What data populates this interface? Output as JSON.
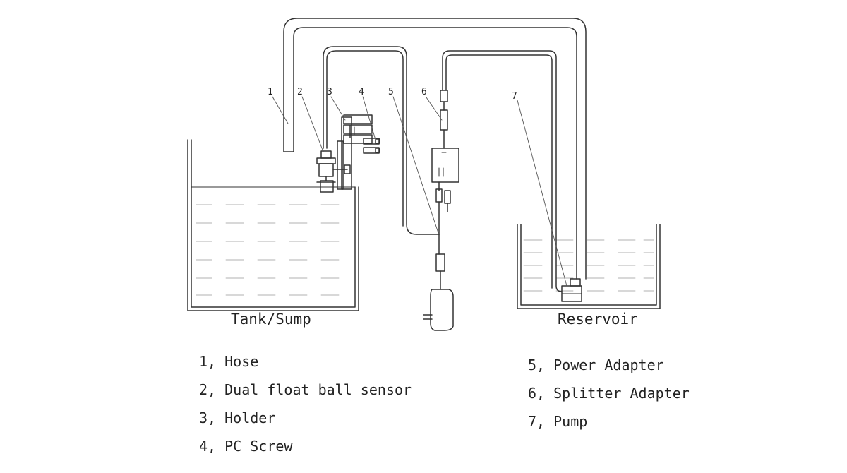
{
  "callouts": [
    "1",
    "2",
    "3",
    "4",
    "5",
    "6",
    "7"
  ],
  "captions": {
    "tank": "Tank/Sump",
    "reservoir": "Reservoir"
  },
  "legend": [
    "1, Hose",
    "2, Dual float ball sensor",
    "3, Holder",
    "4, PC Screw",
    "5, Power Adapter",
    "6, Splitter Adapter",
    "7, Pump"
  ]
}
